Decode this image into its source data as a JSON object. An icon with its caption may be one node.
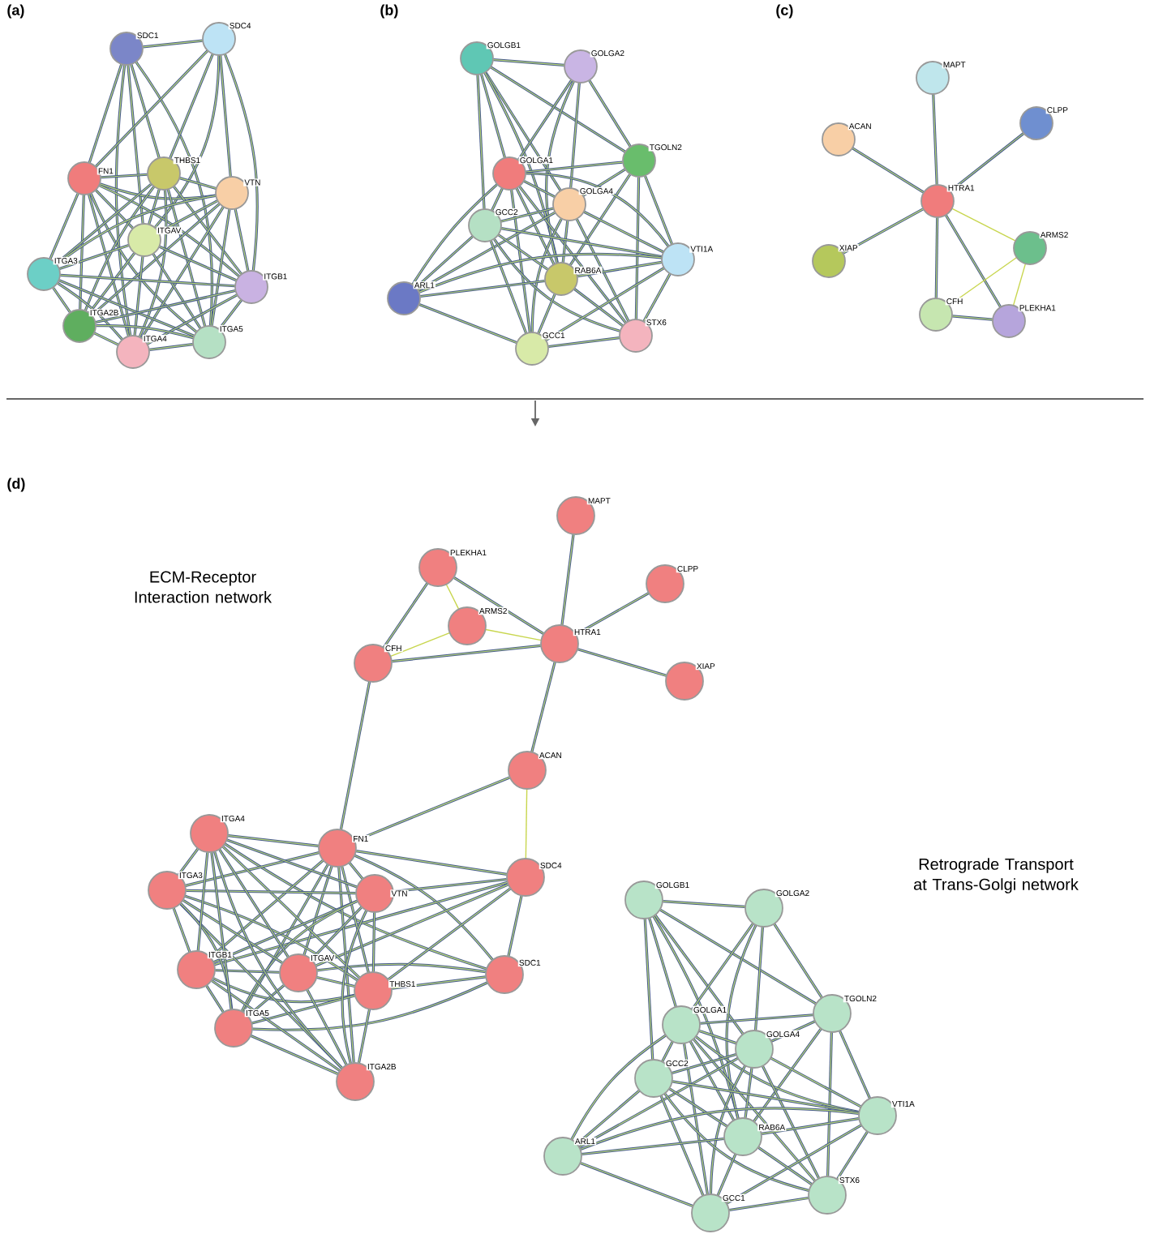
{
  "diagram": {
    "nodes": [
      {
        "text": [
          "SDC1"
        ]
      },
      {
        "text": [
          "SDC4"
        ]
      },
      {
        "text": [
          "FN1"
        ]
      },
      {
        "text": [
          "THBS1"
        ]
      },
      {
        "text": [
          "VTN"
        ]
      },
      {
        "text": [
          "ITGAV"
        ]
      },
      {
        "text": [
          "ITGA3"
        ]
      },
      {
        "text": [
          "ITGB1"
        ]
      },
      {
        "text": [
          "ITGA2B"
        ]
      },
      {
        "text": [
          "ITGA4"
        ]
      },
      {
        "text": [
          "ITGA5"
        ]
      },
      {
        "text": [
          "GOLGB1"
        ]
      },
      {
        "text": [
          "GOLGA2"
        ]
      },
      {
        "text": [
          "TGOLN2"
        ]
      },
      {
        "text": [
          "GOLGA1"
        ]
      },
      {
        "text": [
          "GOLGA4"
        ]
      },
      {
        "text": [
          "GCC2"
        ]
      },
      {
        "text": [
          "VTI1A"
        ]
      },
      {
        "text": [
          "RAB6A"
        ]
      },
      {
        "text": [
          "ARL1"
        ]
      },
      {
        "text": [
          "STX6"
        ]
      },
      {
        "text": [
          "GCC1"
        ]
      },
      {
        "text": [
          "MAPT"
        ]
      },
      {
        "text": [
          "CLPP"
        ]
      },
      {
        "text": [
          "ACAN"
        ]
      },
      {
        "text": [
          "HTRA1"
        ]
      },
      {
        "text": [
          "ARMS2"
        ]
      },
      {
        "text": [
          "XIAP"
        ]
      },
      {
        "text": [
          "CFH"
        ]
      },
      {
        "text": [
          "PLEKHA1"
        ]
      },
      {
        "text": [
          "MAPT"
        ]
      },
      {
        "text": [
          "PLEKHA1"
        ]
      },
      {
        "text": [
          "CLPP"
        ]
      },
      {
        "text": [
          "ARMS2"
        ]
      },
      {
        "text": [
          "HTRA1"
        ]
      },
      {
        "text": [
          "CFH"
        ]
      },
      {
        "text": [
          "XIAP"
        ]
      },
      {
        "text": [
          "ACAN"
        ]
      },
      {
        "text": [
          "ITGA4"
        ]
      },
      {
        "text": [
          "FN1"
        ]
      },
      {
        "text": [
          "SDC4"
        ]
      },
      {
        "text": [
          "VTN"
        ]
      },
      {
        "text": [
          "ITGA3"
        ]
      },
      {
        "text": [
          "ITGB1"
        ]
      },
      {
        "text": [
          "ITGAV"
        ]
      },
      {
        "text": [
          "THBS1"
        ]
      },
      {
        "text": [
          "SDC1"
        ]
      },
      {
        "text": [
          "ITGA5"
        ]
      },
      {
        "text": [
          "ITGA2B"
        ]
      },
      {
        "text": [
          "GOLGB1"
        ]
      },
      {
        "text": [
          "GOLGA2"
        ]
      },
      {
        "text": [
          "TGOLN2"
        ]
      },
      {
        "text": [
          "GOLGA1"
        ]
      },
      {
        "text": [
          "GOLGA4"
        ]
      },
      {
        "text": [
          "GCC2"
        ]
      },
      {
        "text": [
          "VTI1A"
        ]
      },
      {
        "text": [
          "RAB6A"
        ]
      },
      {
        "text": [
          "ARL1"
        ]
      },
      {
        "text": [
          "STX6"
        ]
      },
      {
        "text": [
          "GCC1"
        ]
      }
    ],
    "edges": [
      {
        "from": 0,
        "to": 1,
        "arrow": "none"
      },
      {
        "from": 0,
        "to": 2,
        "arrow": "none"
      },
      {
        "from": 0,
        "to": 3,
        "arrow": "none"
      },
      {
        "from": 0,
        "to": 5,
        "arrow": "none"
      },
      {
        "from": 0,
        "to": 9,
        "arrow": "none"
      },
      {
        "from": 0,
        "to": 10,
        "arrow": "none"
      },
      {
        "from": 1,
        "to": 2,
        "arrow": "none"
      },
      {
        "from": 1,
        "to": 3,
        "arrow": "none"
      },
      {
        "from": 1,
        "to": 5,
        "arrow": "none"
      },
      {
        "from": 1,
        "to": 7,
        "arrow": "none"
      },
      {
        "from": 1,
        "to": 4,
        "arrow": "none"
      },
      {
        "from": 2,
        "to": 3,
        "arrow": "none"
      },
      {
        "from": 2,
        "to": 4,
        "arrow": "none"
      },
      {
        "from": 2,
        "to": 5,
        "arrow": "none"
      },
      {
        "from": 2,
        "to": 6,
        "arrow": "none"
      },
      {
        "from": 2,
        "to": 7,
        "arrow": "none"
      },
      {
        "from": 2,
        "to": 8,
        "arrow": "none"
      },
      {
        "from": 2,
        "to": 9,
        "arrow": "none"
      },
      {
        "from": 2,
        "to": 10,
        "arrow": "none"
      },
      {
        "from": 3,
        "to": 4,
        "arrow": "none"
      },
      {
        "from": 3,
        "to": 5,
        "arrow": "none"
      },
      {
        "from": 3,
        "to": 6,
        "arrow": "none"
      },
      {
        "from": 3,
        "to": 7,
        "arrow": "none"
      },
      {
        "from": 3,
        "to": 8,
        "arrow": "none"
      },
      {
        "from": 3,
        "to": 9,
        "arrow": "none"
      },
      {
        "from": 3,
        "to": 10,
        "arrow": "none"
      },
      {
        "from": 4,
        "to": 5,
        "arrow": "none"
      },
      {
        "from": 4,
        "to": 6,
        "arrow": "none"
      },
      {
        "from": 4,
        "to": 7,
        "arrow": "none"
      },
      {
        "from": 4,
        "to": 8,
        "arrow": "none"
      },
      {
        "from": 4,
        "to": 9,
        "arrow": "none"
      },
      {
        "from": 4,
        "to": 10,
        "arrow": "none"
      },
      {
        "from": 5,
        "to": 6,
        "arrow": "none"
      },
      {
        "from": 5,
        "to": 7,
        "arrow": "none"
      },
      {
        "from": 5,
        "to": 8,
        "arrow": "none"
      },
      {
        "from": 5,
        "to": 9,
        "arrow": "none"
      },
      {
        "from": 5,
        "to": 10,
        "arrow": "none"
      },
      {
        "from": 6,
        "to": 7,
        "arrow": "none"
      },
      {
        "from": 6,
        "to": 8,
        "arrow": "none"
      },
      {
        "from": 6,
        "to": 9,
        "arrow": "none"
      },
      {
        "from": 6,
        "to": 10,
        "arrow": "none"
      },
      {
        "from": 7,
        "to": 8,
        "arrow": "none"
      },
      {
        "from": 7,
        "to": 9,
        "arrow": "none"
      },
      {
        "from": 7,
        "to": 10,
        "arrow": "none"
      },
      {
        "from": 8,
        "to": 9,
        "arrow": "none"
      },
      {
        "from": 8,
        "to": 10,
        "arrow": "none"
      },
      {
        "from": 9,
        "to": 10,
        "arrow": "none"
      },
      {
        "from": 11,
        "to": 12,
        "arrow": "none"
      },
      {
        "from": 11,
        "to": 13,
        "arrow": "none"
      },
      {
        "from": 11,
        "to": 15,
        "arrow": "none"
      },
      {
        "from": 11,
        "to": 16,
        "arrow": "none"
      },
      {
        "from": 11,
        "to": 18,
        "arrow": "none"
      },
      {
        "from": 11,
        "to": 14,
        "arrow": "none"
      },
      {
        "from": 12,
        "to": 13,
        "arrow": "none"
      },
      {
        "from": 12,
        "to": 14,
        "arrow": "none"
      },
      {
        "from": 12,
        "to": 15,
        "arrow": "none"
      },
      {
        "from": 12,
        "to": 18,
        "arrow": "none"
      },
      {
        "from": 13,
        "to": 14,
        "arrow": "none"
      },
      {
        "from": 13,
        "to": 15,
        "arrow": "none"
      },
      {
        "from": 13,
        "to": 17,
        "arrow": "none"
      },
      {
        "from": 13,
        "to": 20,
        "arrow": "none"
      },
      {
        "from": 13,
        "to": 18,
        "arrow": "none"
      },
      {
        "from": 14,
        "to": 15,
        "arrow": "none"
      },
      {
        "from": 14,
        "to": 16,
        "arrow": "none"
      },
      {
        "from": 14,
        "to": 17,
        "arrow": "none"
      },
      {
        "from": 14,
        "to": 18,
        "arrow": "none"
      },
      {
        "from": 14,
        "to": 19,
        "arrow": "none"
      },
      {
        "from": 14,
        "to": 20,
        "arrow": "none"
      },
      {
        "from": 14,
        "to": 21,
        "arrow": "none"
      },
      {
        "from": 15,
        "to": 16,
        "arrow": "none"
      },
      {
        "from": 15,
        "to": 17,
        "arrow": "none"
      },
      {
        "from": 15,
        "to": 18,
        "arrow": "none"
      },
      {
        "from": 15,
        "to": 19,
        "arrow": "none"
      },
      {
        "from": 15,
        "to": 20,
        "arrow": "none"
      },
      {
        "from": 15,
        "to": 21,
        "arrow": "none"
      },
      {
        "from": 16,
        "to": 17,
        "arrow": "none"
      },
      {
        "from": 16,
        "to": 18,
        "arrow": "none"
      },
      {
        "from": 16,
        "to": 19,
        "arrow": "none"
      },
      {
        "from": 16,
        "to": 20,
        "arrow": "none"
      },
      {
        "from": 16,
        "to": 21,
        "arrow": "none"
      },
      {
        "from": 17,
        "to": 18,
        "arrow": "none"
      },
      {
        "from": 17,
        "to": 19,
        "arrow": "none"
      },
      {
        "from": 17,
        "to": 20,
        "arrow": "none"
      },
      {
        "from": 17,
        "to": 21,
        "arrow": "none"
      },
      {
        "from": 18,
        "to": 19,
        "arrow": "none"
      },
      {
        "from": 18,
        "to": 20,
        "arrow": "none"
      },
      {
        "from": 18,
        "to": 21,
        "arrow": "none"
      },
      {
        "from": 19,
        "to": 21,
        "arrow": "none"
      },
      {
        "from": 20,
        "to": 21,
        "arrow": "none"
      },
      {
        "from": 25,
        "to": 22,
        "arrow": "none"
      },
      {
        "from": 25,
        "to": 23,
        "arrow": "none"
      },
      {
        "from": 25,
        "to": 24,
        "arrow": "none"
      },
      {
        "from": 25,
        "to": 26,
        "arrow": "none",
        "color": "#c8d64e"
      },
      {
        "from": 25,
        "to": 27,
        "arrow": "none"
      },
      {
        "from": 25,
        "to": 28,
        "arrow": "none"
      },
      {
        "from": 25,
        "to": 29,
        "arrow": "none"
      },
      {
        "from": 28,
        "to": 26,
        "arrow": "none",
        "color": "#c8d64e"
      },
      {
        "from": 29,
        "to": 26,
        "arrow": "none",
        "color": "#c8d64e"
      },
      {
        "from": 28,
        "to": 29,
        "arrow": "none"
      },
      {
        "from": 34,
        "to": 30,
        "arrow": "none"
      },
      {
        "from": 34,
        "to": 32,
        "arrow": "none"
      },
      {
        "from": 34,
        "to": 36,
        "arrow": "none"
      },
      {
        "from": 34,
        "to": 31,
        "arrow": "none"
      },
      {
        "from": 34,
        "to": 33,
        "arrow": "none",
        "color": "#c8d64e"
      },
      {
        "from": 34,
        "to": 35,
        "arrow": "none"
      },
      {
        "from": 31,
        "to": 35,
        "arrow": "none"
      },
      {
        "from": 31,
        "to": 33,
        "arrow": "none",
        "color": "#c8d64e"
      },
      {
        "from": 35,
        "to": 33,
        "arrow": "none",
        "color": "#c8d64e"
      },
      {
        "from": 34,
        "to": 37,
        "arrow": "none"
      },
      {
        "from": 35,
        "to": 39,
        "arrow": "none"
      },
      {
        "from": 37,
        "to": 39,
        "arrow": "none"
      },
      {
        "from": 37,
        "to": 40,
        "arrow": "none",
        "color": "#c8d64e"
      },
      {
        "from": 46,
        "to": 40,
        "arrow": "none"
      },
      {
        "from": 46,
        "to": 39,
        "arrow": "none"
      },
      {
        "from": 46,
        "to": 45,
        "arrow": "none"
      },
      {
        "from": 46,
        "to": 44,
        "arrow": "none"
      },
      {
        "from": 46,
        "to": 38,
        "arrow": "none"
      },
      {
        "from": 46,
        "to": 47,
        "arrow": "none"
      },
      {
        "from": 40,
        "to": 39,
        "arrow": "none"
      },
      {
        "from": 40,
        "to": 45,
        "arrow": "none"
      },
      {
        "from": 40,
        "to": 44,
        "arrow": "none"
      },
      {
        "from": 40,
        "to": 43,
        "arrow": "none"
      },
      {
        "from": 40,
        "to": 41,
        "arrow": "none"
      },
      {
        "from": 39,
        "to": 45,
        "arrow": "none"
      },
      {
        "from": 39,
        "to": 41,
        "arrow": "none"
      },
      {
        "from": 39,
        "to": 44,
        "arrow": "none"
      },
      {
        "from": 39,
        "to": 42,
        "arrow": "none"
      },
      {
        "from": 39,
        "to": 43,
        "arrow": "none"
      },
      {
        "from": 39,
        "to": 48,
        "arrow": "none"
      },
      {
        "from": 39,
        "to": 38,
        "arrow": "none"
      },
      {
        "from": 39,
        "to": 47,
        "arrow": "none"
      },
      {
        "from": 45,
        "to": 41,
        "arrow": "none"
      },
      {
        "from": 45,
        "to": 44,
        "arrow": "none"
      },
      {
        "from": 45,
        "to": 42,
        "arrow": "none"
      },
      {
        "from": 45,
        "to": 43,
        "arrow": "none"
      },
      {
        "from": 45,
        "to": 48,
        "arrow": "none"
      },
      {
        "from": 45,
        "to": 38,
        "arrow": "none"
      },
      {
        "from": 45,
        "to": 47,
        "arrow": "none"
      },
      {
        "from": 41,
        "to": 44,
        "arrow": "none"
      },
      {
        "from": 41,
        "to": 42,
        "arrow": "none"
      },
      {
        "from": 41,
        "to": 43,
        "arrow": "none"
      },
      {
        "from": 41,
        "to": 48,
        "arrow": "none"
      },
      {
        "from": 41,
        "to": 38,
        "arrow": "none"
      },
      {
        "from": 41,
        "to": 47,
        "arrow": "none"
      },
      {
        "from": 44,
        "to": 42,
        "arrow": "none"
      },
      {
        "from": 44,
        "to": 43,
        "arrow": "none"
      },
      {
        "from": 44,
        "to": 48,
        "arrow": "none"
      },
      {
        "from": 44,
        "to": 38,
        "arrow": "none"
      },
      {
        "from": 44,
        "to": 47,
        "arrow": "none"
      },
      {
        "from": 42,
        "to": 43,
        "arrow": "none"
      },
      {
        "from": 42,
        "to": 48,
        "arrow": "none"
      },
      {
        "from": 42,
        "to": 38,
        "arrow": "none"
      },
      {
        "from": 42,
        "to": 47,
        "arrow": "none"
      },
      {
        "from": 43,
        "to": 48,
        "arrow": "none"
      },
      {
        "from": 43,
        "to": 38,
        "arrow": "none"
      },
      {
        "from": 43,
        "to": 47,
        "arrow": "none"
      },
      {
        "from": 48,
        "to": 38,
        "arrow": "none"
      },
      {
        "from": 48,
        "to": 47,
        "arrow": "none"
      },
      {
        "from": 38,
        "to": 47,
        "arrow": "none"
      },
      {
        "from": 49,
        "to": 50,
        "arrow": "none"
      },
      {
        "from": 49,
        "to": 51,
        "arrow": "none"
      },
      {
        "from": 49,
        "to": 53,
        "arrow": "none"
      },
      {
        "from": 49,
        "to": 54,
        "arrow": "none"
      },
      {
        "from": 49,
        "to": 56,
        "arrow": "none"
      },
      {
        "from": 49,
        "to": 52,
        "arrow": "none"
      },
      {
        "from": 50,
        "to": 51,
        "arrow": "none"
      },
      {
        "from": 50,
        "to": 52,
        "arrow": "none"
      },
      {
        "from": 50,
        "to": 53,
        "arrow": "none"
      },
      {
        "from": 50,
        "to": 56,
        "arrow": "none"
      },
      {
        "from": 51,
        "to": 52,
        "arrow": "none"
      },
      {
        "from": 51,
        "to": 53,
        "arrow": "none"
      },
      {
        "from": 51,
        "to": 55,
        "arrow": "none"
      },
      {
        "from": 51,
        "to": 58,
        "arrow": "none"
      },
      {
        "from": 51,
        "to": 56,
        "arrow": "none"
      },
      {
        "from": 52,
        "to": 53,
        "arrow": "none"
      },
      {
        "from": 52,
        "to": 54,
        "arrow": "none"
      },
      {
        "from": 52,
        "to": 55,
        "arrow": "none"
      },
      {
        "from": 52,
        "to": 56,
        "arrow": "none"
      },
      {
        "from": 52,
        "to": 57,
        "arrow": "none"
      },
      {
        "from": 52,
        "to": 58,
        "arrow": "none"
      },
      {
        "from": 52,
        "to": 59,
        "arrow": "none"
      },
      {
        "from": 53,
        "to": 54,
        "arrow": "none"
      },
      {
        "from": 53,
        "to": 55,
        "arrow": "none"
      },
      {
        "from": 53,
        "to": 56,
        "arrow": "none"
      },
      {
        "from": 53,
        "to": 57,
        "arrow": "none"
      },
      {
        "from": 53,
        "to": 58,
        "arrow": "none"
      },
      {
        "from": 53,
        "to": 59,
        "arrow": "none"
      },
      {
        "from": 54,
        "to": 55,
        "arrow": "none"
      },
      {
        "from": 54,
        "to": 56,
        "arrow": "none"
      },
      {
        "from": 54,
        "to": 57,
        "arrow": "none"
      },
      {
        "from": 54,
        "to": 58,
        "arrow": "none"
      },
      {
        "from": 54,
        "to": 59,
        "arrow": "none"
      },
      {
        "from": 55,
        "to": 56,
        "arrow": "none"
      },
      {
        "from": 55,
        "to": 57,
        "arrow": "none"
      },
      {
        "from": 55,
        "to": 58,
        "arrow": "none"
      },
      {
        "from": 55,
        "to": 59,
        "arrow": "none"
      },
      {
        "from": 56,
        "to": 57,
        "arrow": "none"
      },
      {
        "from": 56,
        "to": 58,
        "arrow": "none"
      },
      {
        "from": 56,
        "to": 59,
        "arrow": "none"
      },
      {
        "from": 57,
        "to": 59,
        "arrow": "none"
      },
      {
        "from": 58,
        "to": 59,
        "arrow": "none"
      }
    ],
    "labels": [
      "(a)",
      "(b)",
      "(c)",
      "(d)",
      "ECM-Receptor Interaction network",
      "Retrograde Transport at Trans-Golgi network"
    ]
  }
}
